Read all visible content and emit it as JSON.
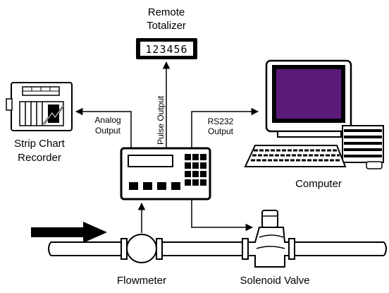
{
  "labels": {
    "remote_totalizer_line1": "Remote",
    "remote_totalizer_line2": "Totalizer",
    "totalizer_display": "123456",
    "strip_chart_line1": "Strip Chart",
    "strip_chart_line2": "Recorder",
    "computer": "Computer",
    "flowmeter": "Flowmeter",
    "solenoid_valve": "Solenoid Valve",
    "analog_output_line1": "Analog",
    "analog_output_line2": "Output",
    "rs232_output_line1": "RS232",
    "rs232_output_line2": "Output",
    "pulse_output": "Pulse Output"
  },
  "colors": {
    "screen": "#5b1a7a",
    "line": "#000000",
    "background": "#ffffff"
  }
}
